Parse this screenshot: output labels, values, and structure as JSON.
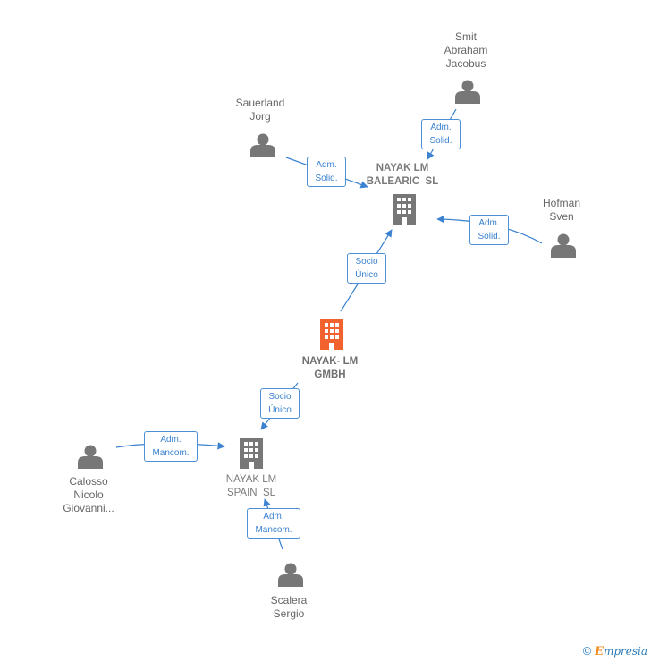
{
  "nodes": {
    "smit": {
      "lines": [
        "Smit",
        "Abraham",
        "Jacobus"
      ]
    },
    "sauerland": {
      "lines": [
        "Sauerland",
        "Jorg"
      ]
    },
    "hofman": {
      "lines": [
        "Hofman",
        "Sven"
      ]
    },
    "balearic": {
      "lines": [
        "NAYAK LM",
        "BALEARIC  SL"
      ]
    },
    "gmbh": {
      "lines": [
        "NAYAK- LM",
        "GMBH"
      ]
    },
    "spain": {
      "lines": [
        "NAYAK LM",
        "SPAIN  SL"
      ]
    },
    "calosso": {
      "lines": [
        "Calosso",
        "Nicolo",
        "Giovanni..."
      ]
    },
    "scalera": {
      "lines": [
        "Scalera",
        "Sergio"
      ]
    }
  },
  "relations": {
    "smit_balearic": {
      "lines": [
        "Adm.",
        "Solid."
      ]
    },
    "sauerland_balearic": {
      "lines": [
        "Adm.",
        "Solid."
      ]
    },
    "hofman_balearic": {
      "lines": [
        "Adm.",
        "Solid."
      ]
    },
    "gmbh_balearic": {
      "lines": [
        "Socio",
        "Único"
      ]
    },
    "gmbh_spain": {
      "lines": [
        "Socio",
        "Único"
      ]
    },
    "calosso_spain": {
      "lines": [
        "Adm.",
        "Mancom."
      ]
    },
    "scalera_spain": {
      "lines": [
        "Adm.",
        "Mancom."
      ]
    }
  },
  "colors": {
    "edge": "#3b82d0",
    "person_icon": "#777777",
    "company_icon": "#777777",
    "main_company_icon": "#f2622e"
  },
  "footer": {
    "copyright": "©",
    "brand_initial": "E",
    "brand_rest": "mpresia"
  }
}
